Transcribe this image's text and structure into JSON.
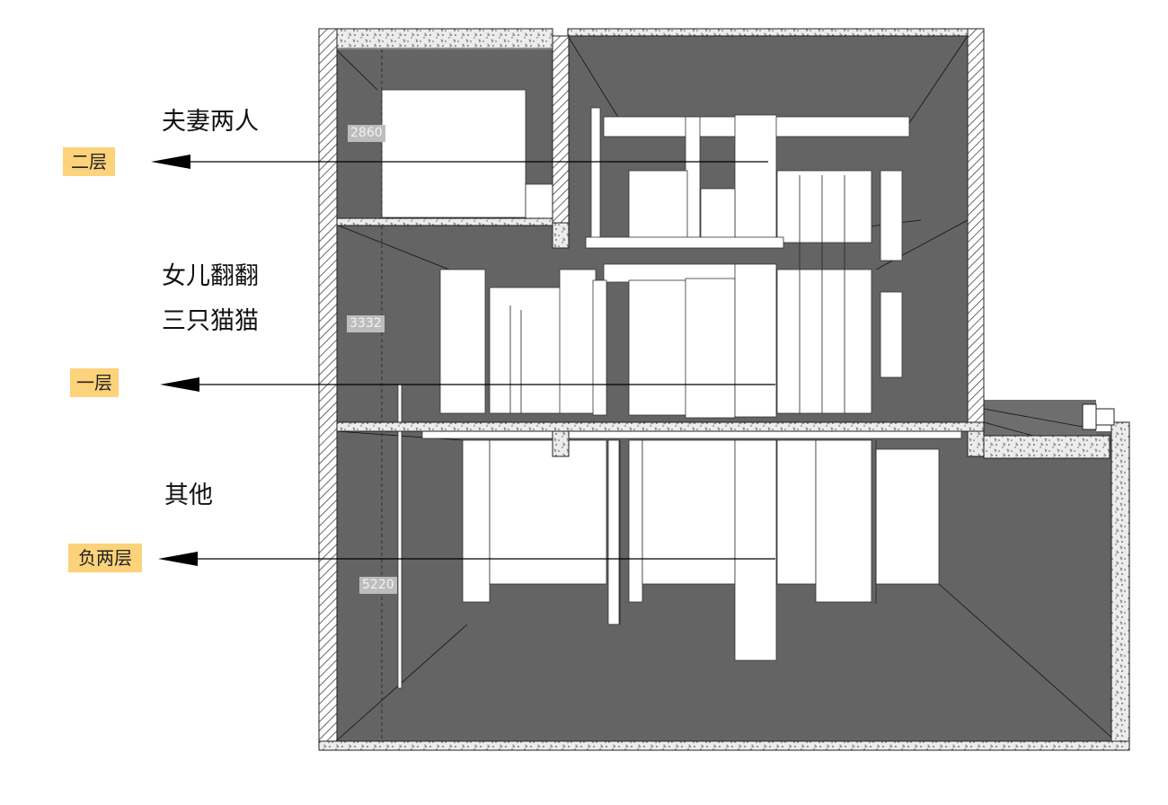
{
  "floors": [
    {
      "id": "second",
      "badge": "二层",
      "occupants": [
        "夫妻两人"
      ],
      "height_mm": "2860"
    },
    {
      "id": "first",
      "badge": "一层",
      "occupants": [
        "女儿翻翻",
        "三只猫猫"
      ],
      "height_mm": "3332"
    },
    {
      "id": "basement",
      "badge": "负两层",
      "occupants": [
        "其他"
      ],
      "height_mm": "5220"
    }
  ],
  "colors": {
    "wall_fill": "#646464",
    "slab_fill": "#e6e6e6",
    "badge": "#fcd27a",
    "furniture": "#ffffff",
    "line": "#000000"
  },
  "icons": [
    "arrowhead-left-icon"
  ]
}
